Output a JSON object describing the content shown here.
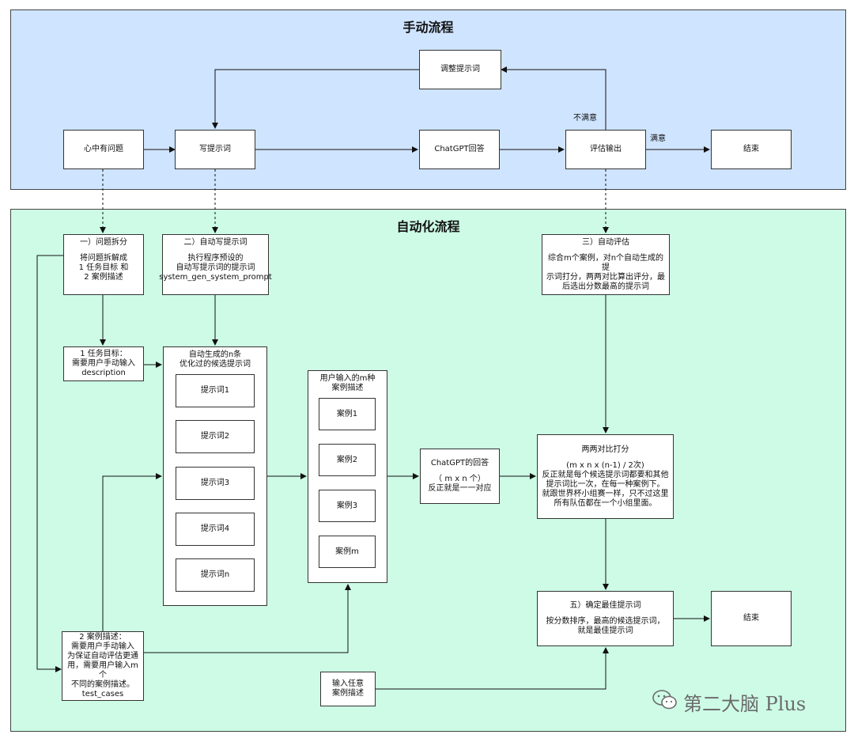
{
  "colors": {
    "manual_bg": "#cfe4ff",
    "auto_bg": "#cdfbe6"
  },
  "manual": {
    "title": "手动流程",
    "heart": "心中有问题",
    "write": "写提示词",
    "chatgpt": "ChatGPT回答",
    "evaluate": "评估输出",
    "end": "结束",
    "adjust": "调整提示词",
    "unsatisfied": "不满意",
    "satisfied": "满意"
  },
  "auto": {
    "title": "自动化流程",
    "split": {
      "title": "一）问题拆分",
      "lines": [
        "将问题拆解成",
        "1 任务目标 和",
        "2 案例描述"
      ]
    },
    "autowrite": {
      "title": "二）自动写提示词",
      "lines": [
        "执行程序预设的",
        "自动写提示词的提示词",
        "system_gen_system_prompt"
      ]
    },
    "autoeval": {
      "title": "三）自动评估",
      "lines": [
        "综合m个案例，对n个自动生成的提",
        "示词打分，两两对比算出评分，最",
        "后选出分数最高的提示词"
      ]
    },
    "task": {
      "lines": [
        "1 任务目标：",
        "需要用户手动输入",
        "description"
      ]
    },
    "candidates": {
      "title_lines": [
        "自动生成的n条",
        "优化过的候选提示词"
      ],
      "items": [
        "提示词1",
        "提示词2",
        "提示词3",
        "提示词4",
        "提示词n"
      ]
    },
    "cases": {
      "title_lines": [
        "用户输入的m种",
        "案例描述"
      ],
      "items": [
        "案例1",
        "案例2",
        "案例3",
        "案例m"
      ]
    },
    "gpt_answer": {
      "lines": [
        "ChatGPT的回答",
        "（ m x n 个）",
        "反正就是一一对应"
      ]
    },
    "pairwise": {
      "title": "两两对比打分",
      "lines": [
        "(m x n x (n-1) / 2次)",
        "反正就是每个候选提示词都要和其他",
        "提示词比一次，在每一种案例下。",
        "就跟世界杯小组赛一样，只不过这里",
        "所有队伍都在一个小组里面。"
      ]
    },
    "best": {
      "title": "五）确定最佳提示词",
      "lines": [
        "按分数排序，最高的候选提示词，",
        "就是最佳提示词"
      ]
    },
    "end": "结束",
    "casedesc": {
      "lines": [
        "2 案例描述：",
        "需要用户手动输入",
        "为保证自动评估更通",
        "用，需要用户输入m个",
        "不同的案例描述。",
        "test_cases"
      ]
    },
    "anycase": {
      "lines": [
        "输入任意",
        "案例描述"
      ]
    }
  },
  "watermark": {
    "text": "第二大脑 Plus",
    "icon": "wechat-icon"
  }
}
